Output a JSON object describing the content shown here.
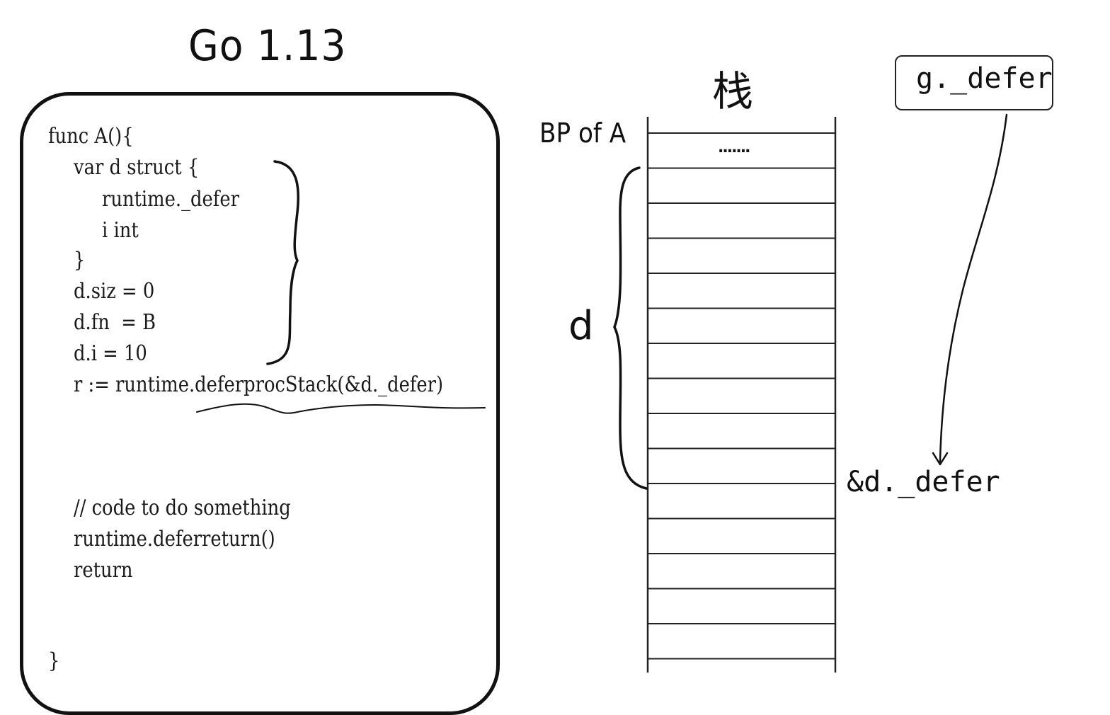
{
  "title": "Go 1.13",
  "code": {
    "lines": [
      "func A(){",
      "var d struct {",
      "runtime._defer",
      "i int",
      "}",
      "d.siz = 0",
      "d.fn  = B",
      "d.i = 10",
      "r := runtime.deferprocStack(&d._defer)",
      "// code to do something",
      "runtime.deferreturn()",
      "return",
      "}"
    ]
  },
  "stack": {
    "title": "栈",
    "bp_label": "BP of A",
    "ellipsis": ".......",
    "brace_label": "d",
    "pointer_label": "&d._defer"
  },
  "g_defer": {
    "label": "g._defer"
  }
}
